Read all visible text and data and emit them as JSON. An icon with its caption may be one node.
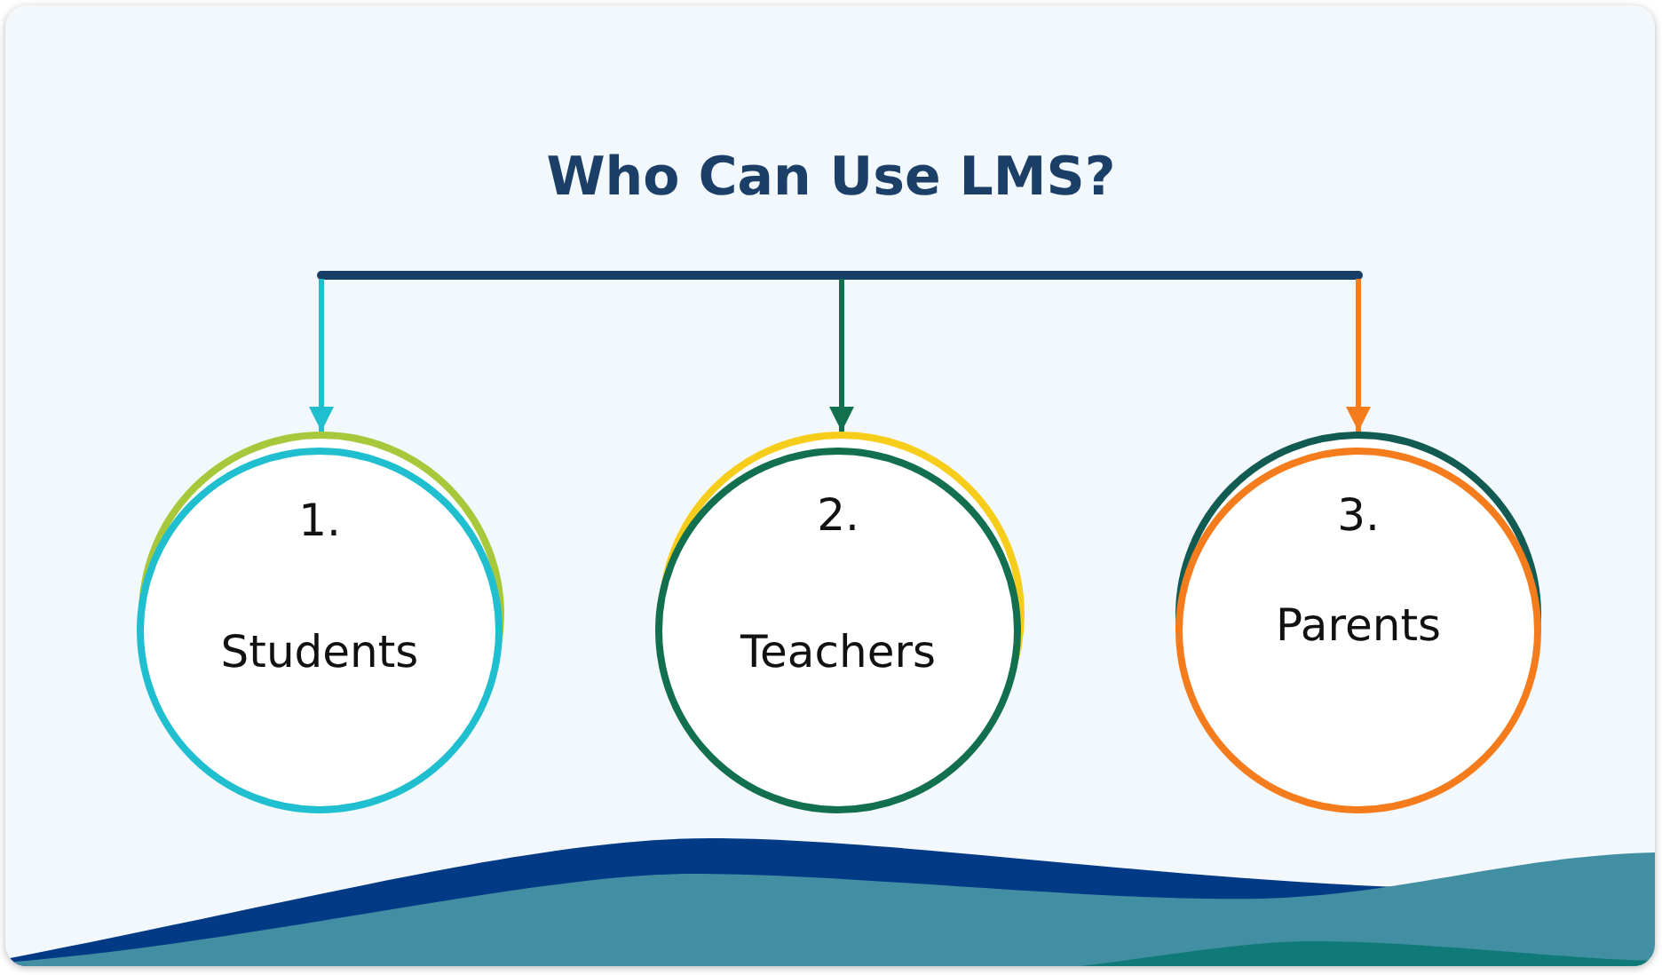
{
  "diagram": {
    "title": "Who Can Use LMS?",
    "nodes": [
      {
        "text": [
          "1.",
          "Students"
        ]
      },
      {
        "text": [
          "2.",
          "Teachers"
        ]
      },
      {
        "text": [
          "3.",
          "Parents"
        ]
      }
    ],
    "edges": [
      {
        "from": null,
        "to": 0,
        "arrow": "to",
        "color": "#20bfcf"
      },
      {
        "from": null,
        "to": 1,
        "arrow": "to",
        "color": "#13704f"
      },
      {
        "from": null,
        "to": 2,
        "arrow": "to",
        "color": "#f57c1c"
      }
    ]
  }
}
